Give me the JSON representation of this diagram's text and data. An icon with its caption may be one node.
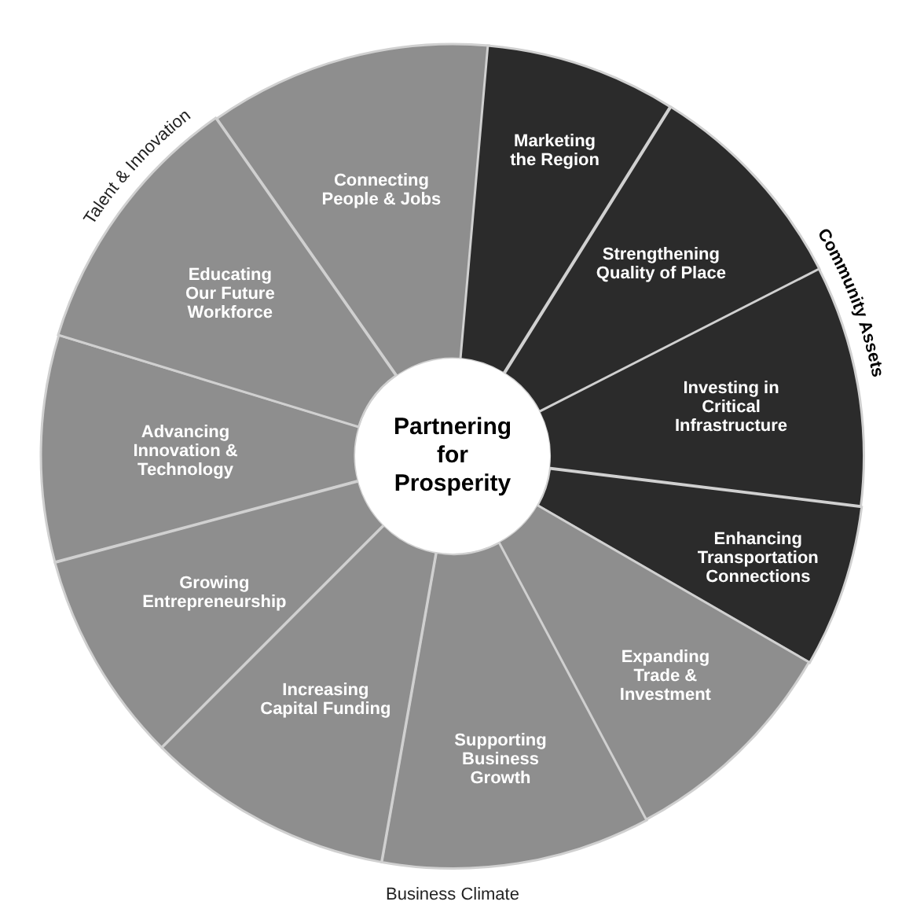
{
  "diagram": {
    "nodes": [
      {
        "text": [
          "Partnering for Prosperity"
        ]
      },
      {
        "text": [
          "Connecting People & Jobs"
        ]
      },
      {
        "text": [
          "Marketing the Region"
        ]
      },
      {
        "text": [
          "Strengthening Quality of Place"
        ]
      },
      {
        "text": [
          "Investing in Critical Infrastructure"
        ]
      },
      {
        "text": [
          "Enhancing Transportation Connections"
        ]
      },
      {
        "text": [
          "Expanding Trade & Investment"
        ]
      },
      {
        "text": [
          "Supporting Business Growth"
        ]
      },
      {
        "text": [
          "Increasing Capital Funding"
        ]
      },
      {
        "text": [
          "Growing Entrepreneurship"
        ]
      },
      {
        "text": [
          "Advancing Innovation & Technology"
        ]
      },
      {
        "text": [
          "Educating Our Future Workforce"
        ]
      }
    ],
    "edges": [],
    "labels": [
      "Talent & Innovation",
      "Community Assets",
      "Business Climate"
    ]
  }
}
